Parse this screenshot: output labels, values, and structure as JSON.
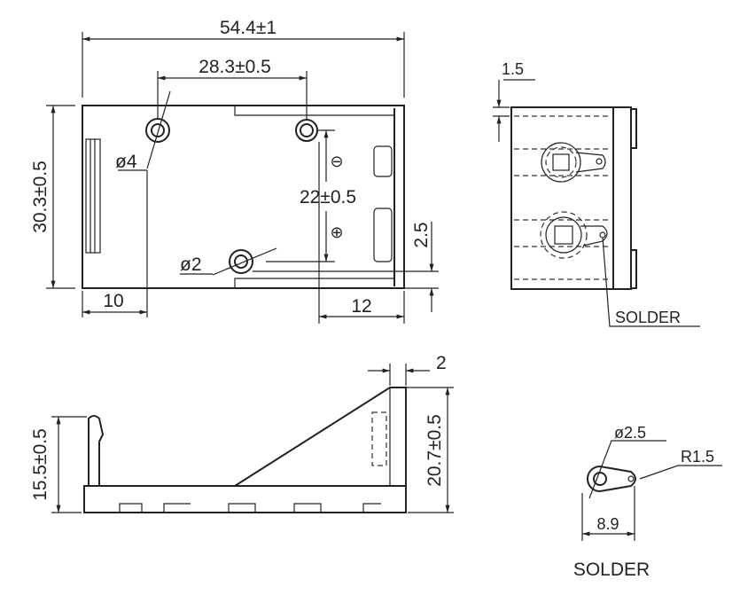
{
  "top_view": {
    "overall_length": "54.4±1",
    "hole_spacing": "28.3±0.5",
    "height": "30.3±0.5",
    "contact_spacing": "22±0.5",
    "hole_large": "ø4",
    "hole_small": "ø2",
    "left_offset": "10",
    "right_offset": "12",
    "bottom_offset": "2.5",
    "minus_symbol": "⊖",
    "plus_symbol": "⊕"
  },
  "side_view": {
    "wall_thickness": "1.5",
    "solder_label": "SOLDER"
  },
  "front_view": {
    "left_height": "15.5±0.5",
    "right_height": "20.7±0.5",
    "wall_width": "2"
  },
  "solder_tab_detail": {
    "hole_diameter": "ø2.5",
    "radius": "R1.5",
    "length": "8.9",
    "label": "SOLDER"
  }
}
